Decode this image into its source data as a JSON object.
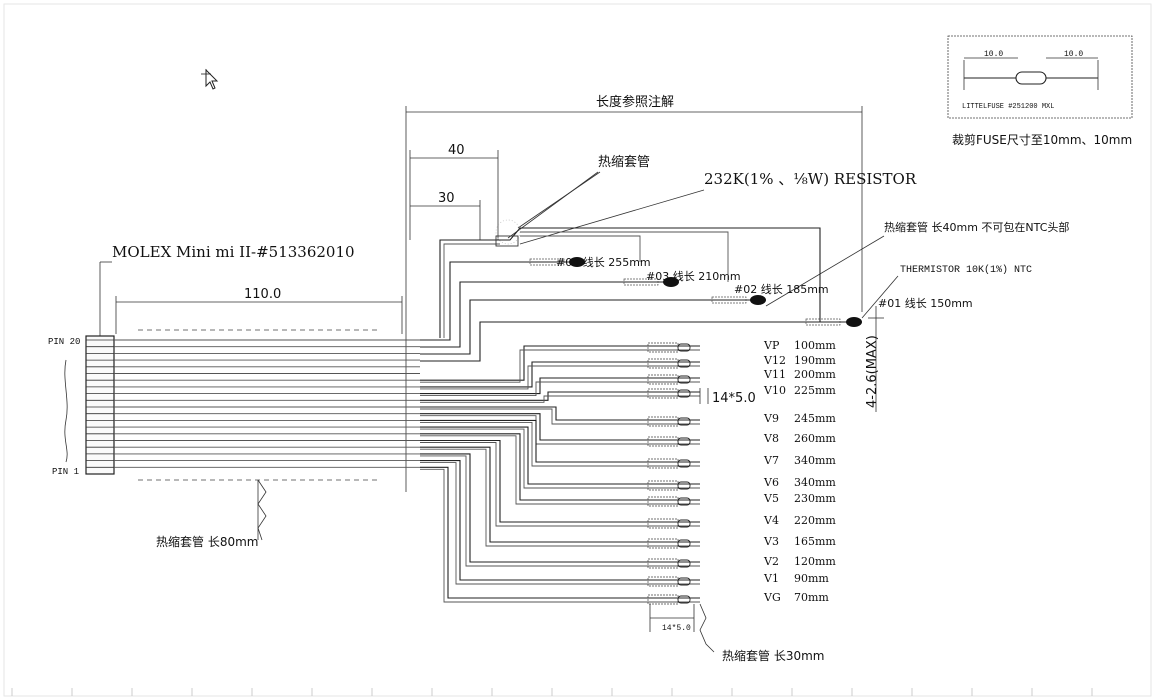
{
  "labels": {
    "length_ref": "长度参照注解",
    "dim_40": "40",
    "dim_30": "30",
    "dim_110": "110.0",
    "heatshrink_top": "热缩套管",
    "resistor": "232K(1% 、⅛W) RESISTOR",
    "heatshrink_ntc": "热缩套管 长40mm 不可包在NTC头部",
    "thermistor": "THERMISTOR 10K(1%) NTC",
    "molex": "MOLEX Mini mi II-#513362010",
    "pin20": "PIN 20",
    "pin1": "PIN 1",
    "heatshrink_80": "热缩套管 长80mm",
    "heatshrink_30": "热缩套管 长30mm",
    "dim_14x5_mid": "14*5.0",
    "dim_14x5_bottom": "14*5.0",
    "max_dim": "4-2.6(MAX)",
    "fuse_name": "LITTELFUSE #251200 MXL",
    "fuse_left": "10.0",
    "fuse_right": "10.0",
    "fuse_note": "裁剪FUSE尺寸至10mm、10mm"
  },
  "top_wires": [
    {
      "id": "#04",
      "text": "#04 线长 255mm"
    },
    {
      "id": "#03",
      "text": "#03 线长 210mm"
    },
    {
      "id": "#02",
      "text": "#02 线长 185mm"
    },
    {
      "id": "#01",
      "text": "#01 线长 150mm"
    }
  ],
  "voltage_wires": [
    {
      "name": "VP",
      "len": "100mm"
    },
    {
      "name": "V12",
      "len": "190mm"
    },
    {
      "name": "V11",
      "len": "200mm"
    },
    {
      "name": "V10",
      "len": "225mm"
    },
    {
      "name": "V9",
      "len": "245mm"
    },
    {
      "name": "V8",
      "len": "260mm"
    },
    {
      "name": "V7",
      "len": "340mm"
    },
    {
      "name": "V6",
      "len": "340mm"
    },
    {
      "name": "V5",
      "len": "230mm"
    },
    {
      "name": "V4",
      "len": "220mm"
    },
    {
      "name": "V3",
      "len": "165mm"
    },
    {
      "name": "V2",
      "len": "120mm"
    },
    {
      "name": "V1",
      "len": "90mm"
    },
    {
      "name": "VG",
      "len": "70mm"
    }
  ]
}
